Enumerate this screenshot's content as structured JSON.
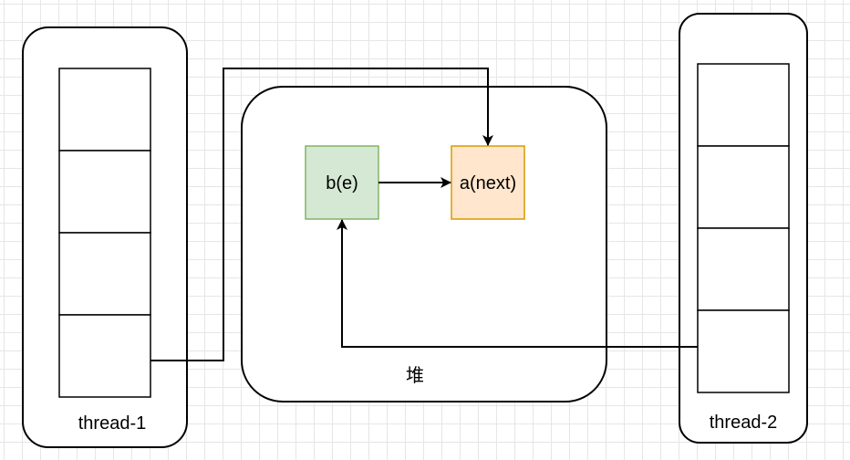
{
  "diagram": {
    "thread1": {
      "label": "thread-1"
    },
    "thread2": {
      "label": "thread-2"
    },
    "heap": {
      "label": "堆"
    },
    "nodes": {
      "b": {
        "label": "b(e)",
        "fill": "#d5e8d4",
        "stroke": "#82b366"
      },
      "a": {
        "label": "a(next)",
        "fill": "#ffe6cc",
        "stroke": "#d79b00"
      }
    },
    "colors": {
      "line": "#000000",
      "grid": "#e6e6e6",
      "background": "#ffffff"
    }
  }
}
